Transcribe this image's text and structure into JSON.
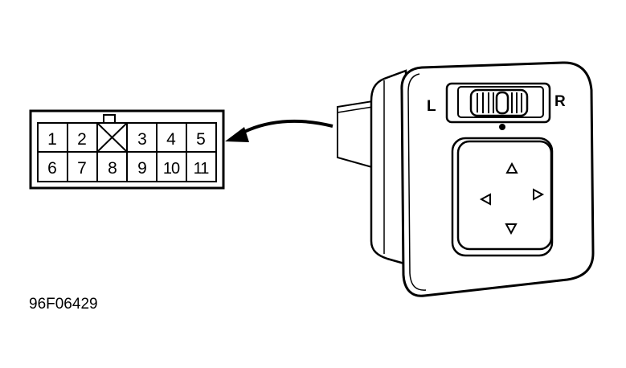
{
  "connector": {
    "row1": [
      "1",
      "2",
      "",
      "3",
      "4",
      "5"
    ],
    "row2": [
      "6",
      "7",
      "8",
      "9",
      "10",
      "11"
    ]
  },
  "switch": {
    "selector_left_label": "L",
    "selector_right_label": "R"
  },
  "figure_code": "96F06429"
}
